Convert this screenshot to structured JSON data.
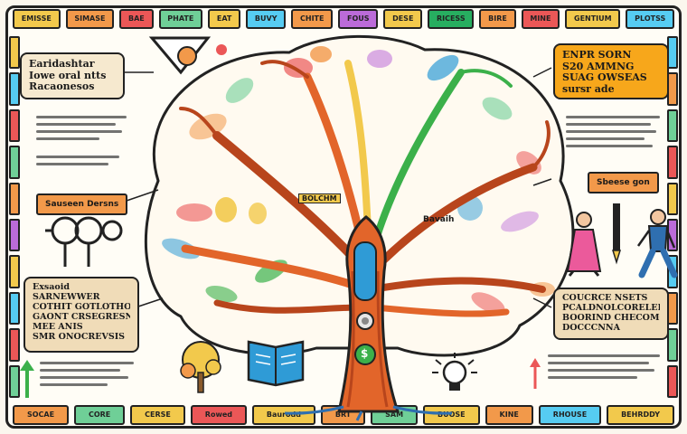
{
  "colors": {
    "frame": "#222222",
    "trunk": "#e2652a",
    "trunk_dark": "#b8451c",
    "cream_box": "#f6e9cf",
    "orange_box": "#f7a71b",
    "tan_box": "#f0dcb8",
    "sky": "#2f9bd6",
    "leaf_green": "#3bb04a"
  },
  "top_tabs": [
    {
      "label": "EMISSE",
      "color": "#f2c94c"
    },
    {
      "label": "SIMASE",
      "color": "#f2994a"
    },
    {
      "label": "BAE",
      "color": "#eb5757"
    },
    {
      "label": "PHATE",
      "color": "#6fcf97"
    },
    {
      "label": "EAT",
      "color": "#f2c94c"
    },
    {
      "label": "BUVY",
      "color": "#56ccf2"
    },
    {
      "label": "CHITE",
      "color": "#f2994a"
    },
    {
      "label": "FOUS",
      "color": "#bb6bd9"
    },
    {
      "label": "DESE",
      "color": "#f2c94c"
    },
    {
      "label": "RICESS",
      "color": "#27ae60"
    },
    {
      "label": "BIRE",
      "color": "#f2994a"
    },
    {
      "label": "MINE",
      "color": "#eb5757"
    },
    {
      "label": "GENTIUM",
      "color": "#f2c94c"
    },
    {
      "label": "PLOTSS",
      "color": "#56ccf2"
    }
  ],
  "bottom_tabs": [
    {
      "label": "SOCAE",
      "color": "#f2994a"
    },
    {
      "label": "CORE",
      "color": "#6fcf97"
    },
    {
      "label": "CERSE",
      "color": "#f2c94c"
    },
    {
      "label": "Rowed",
      "color": "#eb5757"
    },
    {
      "label": "Baurodd",
      "color": "#f2c94c"
    },
    {
      "label": "BRT",
      "color": "#f2994a"
    },
    {
      "label": "SAM",
      "color": "#6fcf97"
    },
    {
      "label": "BUOSE",
      "color": "#f2c94c"
    },
    {
      "label": "KINE",
      "color": "#f2994a"
    },
    {
      "label": "RHOUSE",
      "color": "#56ccf2"
    },
    {
      "label": "BEHRDDY",
      "color": "#f2c94c"
    }
  ],
  "left_strip_colors": [
    "#f2c94c",
    "#56ccf2",
    "#eb5757",
    "#6fcf97",
    "#f2994a",
    "#bb6bd9",
    "#f2c94c",
    "#56ccf2",
    "#eb5757",
    "#6fcf97"
  ],
  "right_strip_colors": [
    "#56ccf2",
    "#f2994a",
    "#6fcf97",
    "#eb5757",
    "#f2c94c",
    "#bb6bd9",
    "#56ccf2",
    "#f2994a",
    "#6fcf97",
    "#eb5757"
  ],
  "notes": {
    "top_left": [
      "Earidashtar",
      "Iowe oral ntts",
      "Racaonesos"
    ],
    "top_right": [
      "ENPR SORN",
      "S20 AMMNG",
      "SUAG OWSEAS",
      "sursr ade"
    ],
    "mid_left": [
      "Exsaoid",
      "SARNEWWER",
      "COTHIT GOTLOTHO",
      "GAONT CRSEGRESNAUS",
      "MEE ANIS",
      "SMR ONOCREVSIS"
    ],
    "mid_right": [
      "COUCRCE NSETS",
      "PCALDNOLCORELED",
      "BOORIND CHECOMCER",
      "DOCCCNNA"
    ]
  },
  "tags": {
    "left": "Sauseen Dersns",
    "right": "Sbeese gon",
    "tree_center": "Bavaih",
    "sign": "BOLCHM"
  },
  "trunk": {
    "symbol": "$"
  },
  "icons": [
    "tree-icon",
    "book-icon",
    "lightbulb-icon",
    "keyhole-icon",
    "girl-figure-icon",
    "boy-figure-icon",
    "pencil-icon",
    "arrow-up-icon",
    "lens-icon"
  ]
}
